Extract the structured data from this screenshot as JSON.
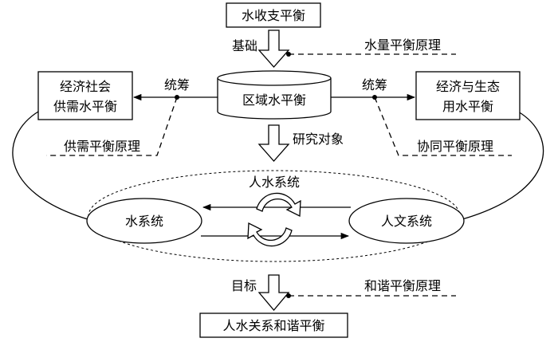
{
  "nodes": {
    "top_box": "水收支平衡",
    "left_box_line1": "经济社会",
    "left_box_line2": "供需水平衡",
    "right_box_line1": "经济与生态",
    "right_box_line2": "用水平衡",
    "center_cylinder": "区域水平衡",
    "water_system": "水系统",
    "human_system": "人文系统",
    "human_water_system": "人水系统",
    "bottom_box": "人水关系和谐平衡"
  },
  "labels": {
    "basis": "基础",
    "water_quantity_principle": "水量平衡原理",
    "coordinate_left": "统筹",
    "coordinate_right": "统筹",
    "supply_demand_principle": "供需平衡原理",
    "synergy_principle": "协同平衡原理",
    "research_object": "研究对象",
    "goal": "目标",
    "harmony_principle": "和谐平衡原理"
  }
}
